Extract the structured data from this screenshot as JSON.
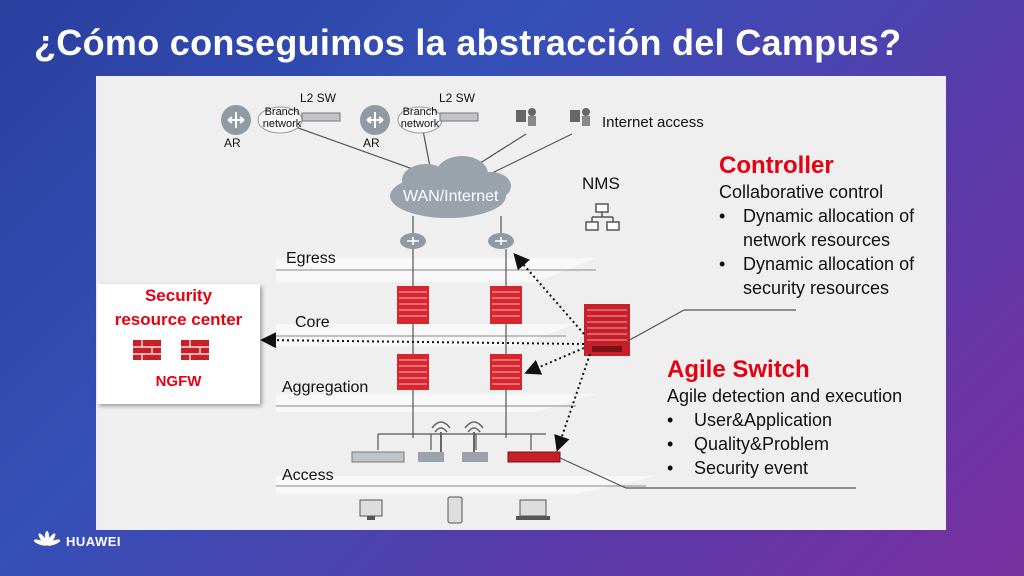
{
  "slide": {
    "title": "¿Cómo conseguimos la abstracción del Campus?",
    "brand": "HUAWEI"
  },
  "diagram": {
    "top_left": {
      "l2sw": "L2 SW",
      "branch1": "Branch",
      "branch2": "network",
      "ar": "AR"
    },
    "top_mid": {
      "l2sw": "L2 SW",
      "branch1": "Branch",
      "branch2": "network",
      "ar": "AR"
    },
    "internet_access": "Internet access",
    "wan": "WAN/Internet",
    "nms": "NMS",
    "layers": {
      "egress": "Egress",
      "core": "Core",
      "aggregation": "Aggregation",
      "access": "Access"
    },
    "security_center": {
      "line1": "Security",
      "line2": "resource center",
      "ngfw": "NGFW"
    }
  },
  "controller": {
    "heading": "Controller",
    "subtitle": "Collaborative control",
    "bullets": [
      {
        "line1": "Dynamic allocation of",
        "line2": "network resources"
      },
      {
        "line1": "Dynamic allocation of",
        "line2": "security resources"
      }
    ]
  },
  "agile": {
    "heading": "Agile Switch",
    "subtitle": "Agile detection and execution",
    "bullets": [
      "User&Application",
      "Quality&Problem",
      "Security event"
    ]
  },
  "colors": {
    "accent": "#e60012",
    "panel": "#efefef"
  }
}
